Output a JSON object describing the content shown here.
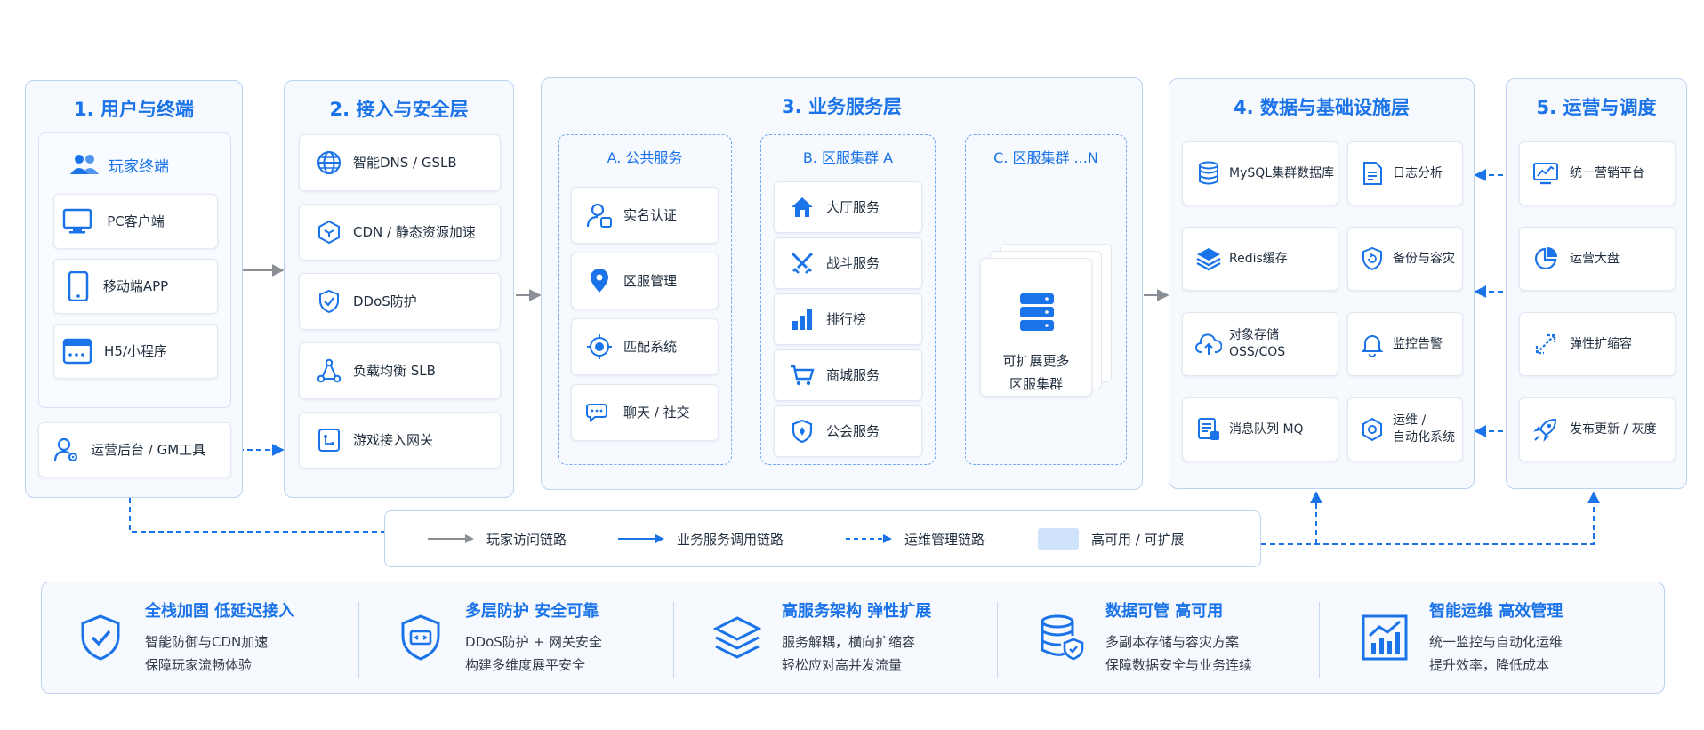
{
  "colors": {
    "accent": "#1a73e8",
    "gray_arrow": "#8a8f96",
    "border": "#b9d3f1"
  },
  "layer1": {
    "title": "1. 用户与终端",
    "group_title": "玩家终端",
    "group_icon": "users-icon",
    "items": [
      {
        "label": "PC客户端",
        "icon": "monitor-icon"
      },
      {
        "label": "移动端APP",
        "icon": "smartphone-icon"
      },
      {
        "label": "H5/小程序",
        "icon": "browser-window-icon"
      }
    ],
    "admin": {
      "label": "运营后台 / GM工具",
      "icon": "user-gear-icon"
    }
  },
  "layer2": {
    "title": "2. 接入与安全层",
    "items": [
      {
        "label": "智能DNS / GSLB",
        "icon": "globe-icon"
      },
      {
        "label": "CDN / 静态资源加速",
        "icon": "cube-network-icon"
      },
      {
        "label": "DDoS防护",
        "icon": "shield-check-icon"
      },
      {
        "label": "负载均衡 SLB",
        "icon": "network-nodes-icon"
      },
      {
        "label": "游戏接入网关",
        "icon": "gateway-icon"
      }
    ]
  },
  "layer3": {
    "title": "3. 业务服务层",
    "groupA": {
      "title": "A. 公共服务",
      "items": [
        {
          "label": "实名认证",
          "icon": "user-badge-icon"
        },
        {
          "label": "区服管理",
          "icon": "map-pin-icon"
        },
        {
          "label": "匹配系统",
          "icon": "target-icon"
        },
        {
          "label": "聊天 / 社交",
          "icon": "chat-bubbles-icon"
        }
      ]
    },
    "groupB": {
      "title": "B. 区服集群 A",
      "items": [
        {
          "label": "大厅服务",
          "icon": "home-icon"
        },
        {
          "label": "战斗服务",
          "icon": "crossed-swords-icon"
        },
        {
          "label": "排行榜",
          "icon": "bar-chart-icon"
        },
        {
          "label": "商城服务",
          "icon": "shopping-cart-icon"
        },
        {
          "label": "公会服务",
          "icon": "guild-shield-icon"
        }
      ]
    },
    "groupC": {
      "title": "C. 区服集群 ...N",
      "card_line1": "可扩展更多",
      "card_line2": "区服集群",
      "icon": "server-stack-icon"
    }
  },
  "layer4": {
    "title": "4. 数据与基础设施层",
    "left": [
      {
        "label": "MySQL集群数据库",
        "icon": "database-icon"
      },
      {
        "label": "Redis缓存",
        "icon": "layers-icon"
      },
      {
        "label": "对象存储\nOSS/COS",
        "line1": "对象存储",
        "line2": "OSS/COS",
        "icon": "cloud-upload-icon"
      },
      {
        "label": "消息队列 MQ",
        "icon": "message-queue-icon"
      }
    ],
    "right": [
      {
        "label": "日志分析",
        "icon": "log-file-icon"
      },
      {
        "label": "备份与容灾",
        "icon": "shield-refresh-icon"
      },
      {
        "label": "监控告警",
        "icon": "bell-icon"
      },
      {
        "label": "运维 /\n自动化系统",
        "line1": "运维 /",
        "line2": "自动化系统",
        "icon": "gear-hex-icon"
      }
    ]
  },
  "layer5": {
    "title": "5. 运营与调度",
    "items": [
      {
        "label": "统一营销平台",
        "icon": "dashboard-monitor-icon"
      },
      {
        "label": "运营大盘",
        "icon": "pie-chart-icon"
      },
      {
        "label": "弹性扩缩容",
        "icon": "diagonal-arrows-icon"
      },
      {
        "label": "发布更新 / 灰度",
        "icon": "rocket-icon"
      }
    ]
  },
  "legend": {
    "player": "玩家访问链路",
    "service": "业务服务调用链路",
    "ops": "运维管理链路",
    "ha": "高可用 / 可扩展"
  },
  "features": [
    {
      "title": "全栈加固  低延迟接入",
      "line1": "智能防御与CDN加速",
      "line2": "保障玩家流畅体验",
      "icon": "shield-check-icon"
    },
    {
      "title": "多层防护  安全可靠",
      "line1": "DDoS防护 + 网关安全",
      "line2": "构建多维度展平安全",
      "icon": "shield-code-icon"
    },
    {
      "title": "高服务架构  弹性扩展",
      "line1": "服务解耦，横向扩缩容",
      "line2": "轻松应对高并发流量",
      "icon": "layers-icon"
    },
    {
      "title": "数据可管  高可用",
      "line1": "多副本存储与容灾方案",
      "line2": "保障数据安全与业务连续",
      "icon": "database-shield-icon"
    },
    {
      "title": "智能运维  高效管理",
      "line1": "统一监控与自动化运维",
      "line2": "提升效率，降低成本",
      "icon": "growth-chart-icon"
    }
  ]
}
